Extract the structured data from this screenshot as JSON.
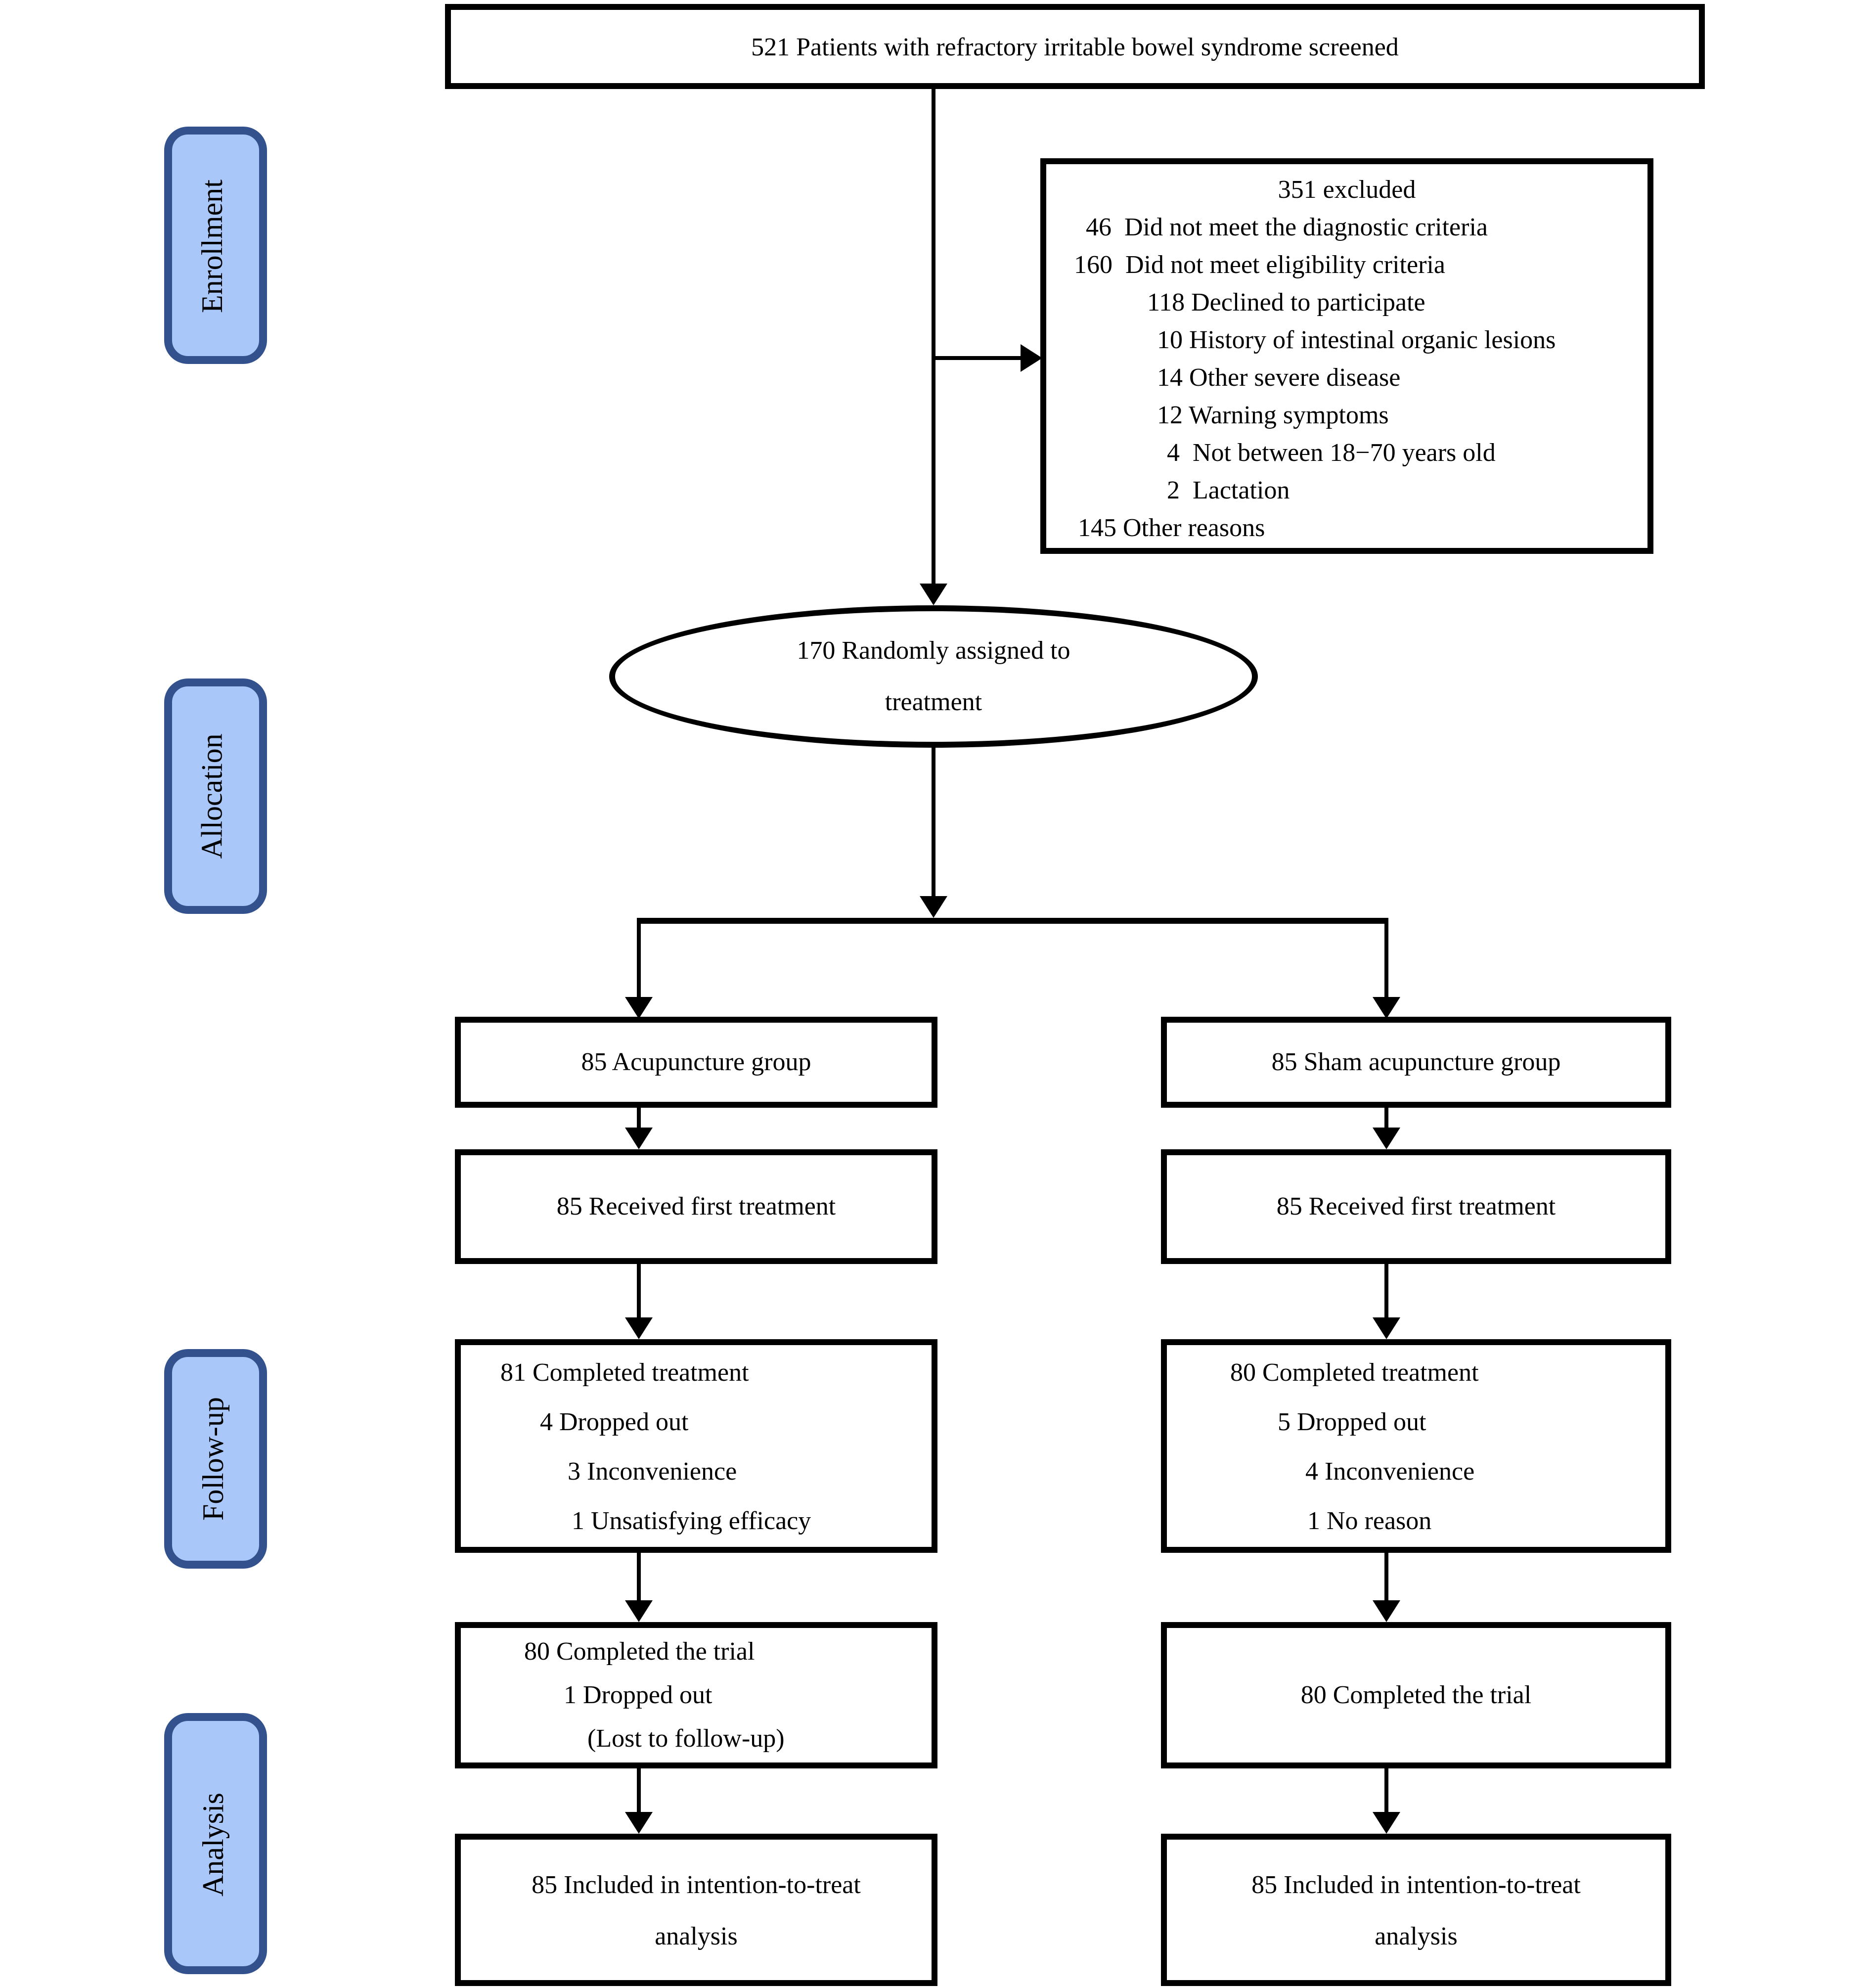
{
  "colors": {
    "stage_label_fill": "#a9c7f8",
    "stage_label_border": "#33518c",
    "box_border": "#000000",
    "background": "#ffffff"
  },
  "screened": {
    "text": "521 Patients with refractory irritable bowel syndrome screened"
  },
  "stages": [
    {
      "label": "Enrollment"
    },
    {
      "label": "Allocation"
    },
    {
      "label": "Follow-up"
    },
    {
      "label": "Analysis"
    }
  ],
  "excluded": {
    "lines": [
      "351 excluded",
      "46  Did not meet the diagnostic criteria",
      "160  Did not meet eligibility criteria",
      "118 Declined to participate",
      "10 History of intestinal organic lesions",
      "14 Other severe disease",
      "12 Warning symptoms",
      "4  Not between 18−70 years old",
      "2  Lactation",
      "145 Other reasons"
    ]
  },
  "ellipse": {
    "lines": [
      "170 Randomly assigned to",
      "treatment"
    ]
  },
  "acu": {
    "group": "85 Acupuncture group",
    "received": "85 Received first treatment",
    "completed": {
      "lines": [
        "81 Completed treatment",
        "4 Dropped out",
        "3 Inconvenience",
        "1 Unsatisfying efficacy"
      ]
    },
    "trial": {
      "lines": [
        "80 Completed the trial",
        "1 Dropped out",
        "(Lost to follow-up)"
      ]
    },
    "analysis": {
      "lines": [
        "85 Included in intention-to-treat",
        "analysis"
      ]
    }
  },
  "sham": {
    "group": "85 Sham acupuncture group",
    "received": "85 Received first treatment",
    "completed": {
      "lines": [
        "80 Completed treatment",
        "5 Dropped out",
        "4 Inconvenience",
        "1 No reason"
      ]
    },
    "trial": {
      "lines": [
        "80 Completed the trial"
      ]
    },
    "analysis": {
      "lines": [
        "85 Included in intention-to-treat",
        "analysis"
      ]
    }
  }
}
